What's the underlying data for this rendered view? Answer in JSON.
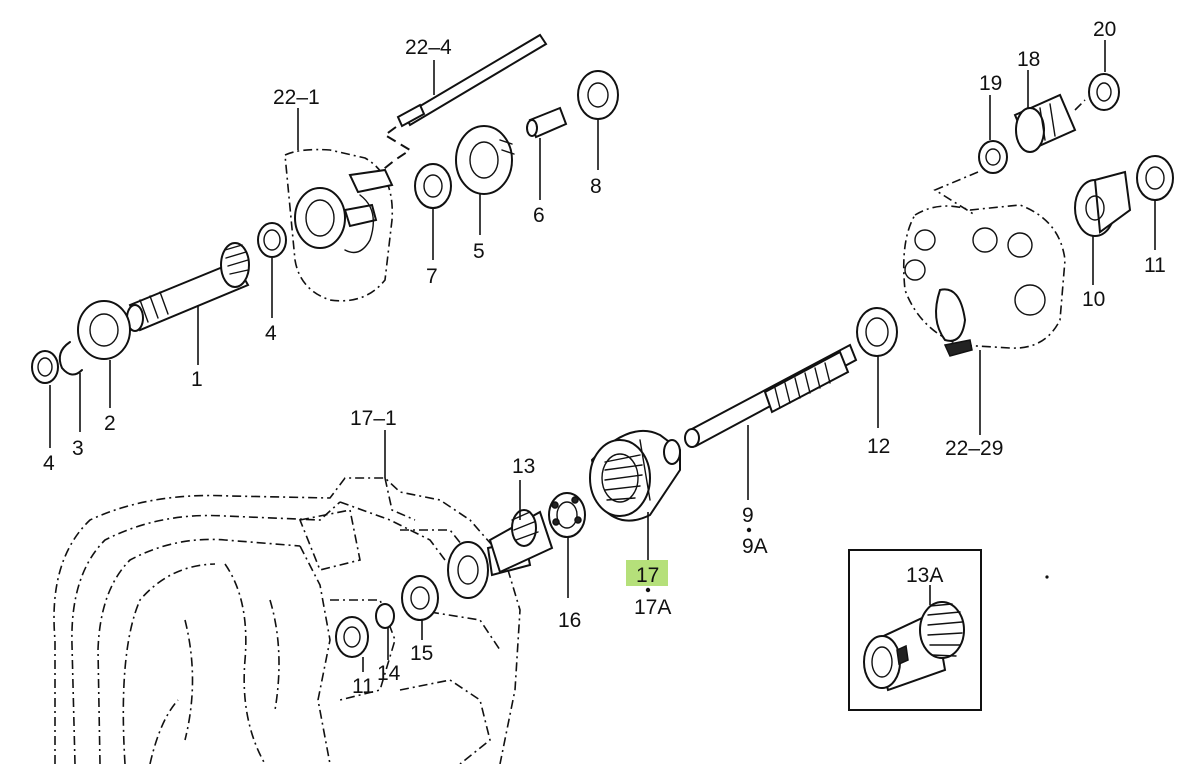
{
  "highlight_color": "#b5e07a",
  "labels": {
    "p1": "1",
    "p2": "2",
    "p3": "3",
    "p4a": "4",
    "p4b": "4",
    "p5": "5",
    "p6": "6",
    "p7": "7",
    "p8": "8",
    "p9": "9",
    "p9a": "9A",
    "p10": "10",
    "p11a": "11",
    "p11b": "11",
    "p12": "12",
    "p13": "13",
    "p13a": "13A",
    "p14": "14",
    "p15": "15",
    "p16": "16",
    "p17": "17",
    "p17a": "17A",
    "p17_1": "17–1",
    "p18": "18",
    "p19": "19",
    "p20": "20",
    "p22_1": "22–1",
    "p22_4": "22–4",
    "p22_29": "22–29"
  }
}
